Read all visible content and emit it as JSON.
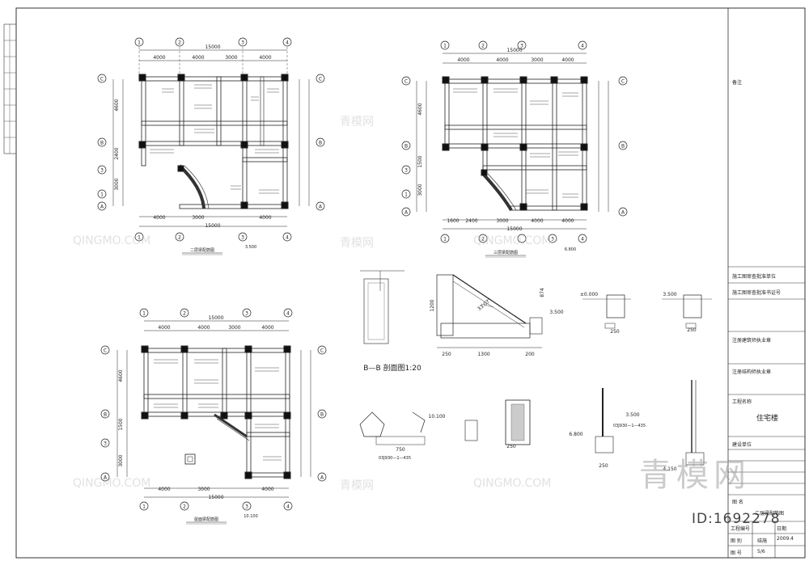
{
  "plans": {
    "plan2": {
      "title": "二层梁配筋图",
      "grid_top": [
        "1",
        "2",
        "3",
        "4"
      ],
      "grid_left": [
        "C",
        "B",
        "3",
        "1",
        "A"
      ],
      "dims_top": [
        "15000",
        "4000",
        "4000",
        "3000",
        "4000"
      ],
      "dims_bottom": [
        "4000",
        "3000",
        "4000",
        "15000"
      ],
      "dims_left": [
        "4600",
        "2400",
        "3000"
      ],
      "scale": "3.500"
    },
    "plan3": {
      "title": "三层梁配筋图",
      "grid_top": [
        "1",
        "2",
        "3",
        "4"
      ],
      "grid_left": [
        "C",
        "B",
        "3",
        "1",
        "A"
      ],
      "dims_top": [
        "15000",
        "4000",
        "4000",
        "3000",
        "4000"
      ],
      "dims_bottom": [
        "1600",
        "2400",
        "3000",
        "4000",
        "4000",
        "15000"
      ],
      "dims_left": [
        "4600",
        "1500",
        "3000"
      ],
      "scale": "6.800"
    },
    "roof": {
      "title": "屋面梁配筋图",
      "grid_top": [
        "1",
        "2",
        "3",
        "4"
      ],
      "grid_left": [
        "C",
        "B",
        "3",
        "A"
      ],
      "dims_top": [
        "15000",
        "4000",
        "4000",
        "3000",
        "4000"
      ],
      "dims_bottom": [
        "4000",
        "3000",
        "4000",
        "15000"
      ],
      "dims_left": [
        "4600",
        "1500",
        "3000"
      ],
      "scale": "10.100"
    }
  },
  "section": {
    "title": "B—B 剖面图1:20",
    "dims": [
      "250",
      "1300",
      "200",
      "1200",
      "874"
    ],
    "level": "3.500",
    "angle": "33.07°"
  },
  "details": {
    "levels": [
      "±0.000",
      "3.500",
      "10.100",
      "6.800",
      "3.500",
      "4.150"
    ],
    "dims": [
      "250",
      "750",
      "250",
      "250",
      "250"
    ],
    "refs": [
      "03J930—1—435",
      "03J930—1—435"
    ]
  },
  "title_block": {
    "remark": "备注",
    "review_unit": "施工图审查批准单位",
    "review_cert": "施工图审查批准书证号",
    "architect_seal": "注册建筑师执业章",
    "structure_seal": "注册结构师执业章",
    "project_name_label": "工程名称",
    "project_name": "住宅楼",
    "client_label": "建设单位",
    "drawing_name_label": "图 名",
    "drawing_name": "二层梁配筋图",
    "project_no_label": "工程编号",
    "date_label": "日期",
    "date": "2009.4",
    "sheet_type_label": "图 别",
    "sheet_type": "结施",
    "sheet_no_label": "图 号",
    "sheet_no": "5/6"
  },
  "watermark": {
    "site": "QINGMO.COM",
    "cn": "青模网",
    "big": "青模网",
    "id": "ID:1692278"
  }
}
